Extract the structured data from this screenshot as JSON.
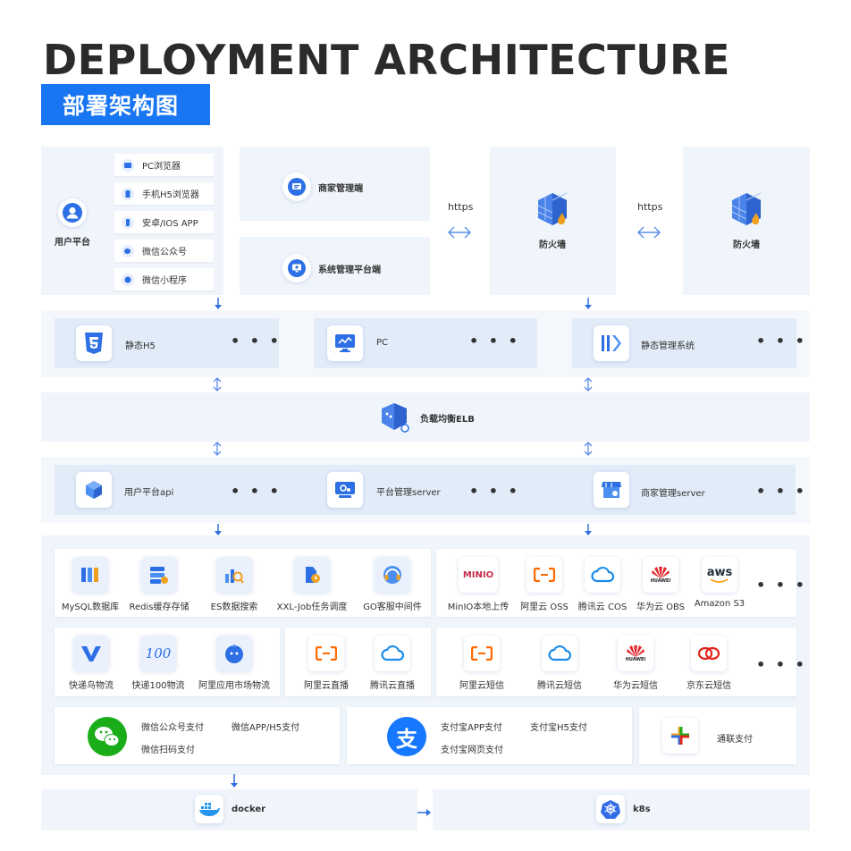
{
  "header": {
    "title": "DEPLOYMENT ARCHITECTURE",
    "subtitle": "部署架构图"
  },
  "user_platform": {
    "label": "用户平台",
    "clients": [
      "PC浏览器",
      "手机H5浏览器",
      "安卓/IOS APP",
      "微信公众号",
      "微信小程序"
    ]
  },
  "admin": {
    "merchant": "商家管理端",
    "system": "系统管理平台端"
  },
  "network": {
    "https1": "https",
    "https2": "https",
    "firewall1": "防火墙",
    "firewall2": "防火墙"
  },
  "frontend": {
    "items": [
      "静态H5",
      "PC",
      "静态管理系统"
    ],
    "more": "• • •"
  },
  "elb": {
    "label": "负载均衡ELB"
  },
  "services": {
    "items": [
      "用户平台api",
      "平台管理server",
      "商家管理server"
    ],
    "more": "• • •"
  },
  "storage": {
    "items": [
      "MySQL数据库",
      "Redis缓存存储",
      "ES数据搜索",
      "XXL-Job任务调度",
      "GO客服中间件"
    ]
  },
  "cloud": {
    "items": [
      "MinIO本地上传",
      "阿里云 OSS",
      "腾讯云 COS",
      "华为云 OBS",
      "Amazon S3"
    ],
    "minio_logo": "MINIO",
    "aws_logo": "aws",
    "huawei_logo": "HUAWEI",
    "more": "• • •"
  },
  "logistics": {
    "items": [
      "快递鸟物流",
      "快递100物流",
      "阿里应用市场物流"
    ],
    "logo100": "100"
  },
  "live": {
    "items": [
      "阿里云直播",
      "腾讯云直播"
    ]
  },
  "sms": {
    "items": [
      "阿里云短信",
      "腾讯云短信",
      "华为云短信",
      "京东云短信"
    ],
    "huawei_logo": "HUAWEI",
    "more": "• • •"
  },
  "pay": {
    "wechat": [
      "微信公众号支付",
      "微信APP/H5支付",
      "微信扫码支付"
    ],
    "alipay": [
      "支付宝APP支付",
      "支付宝H5支付",
      "支付宝网页支付"
    ],
    "alipay_logo": "支",
    "allinpay": "通联支付"
  },
  "deploy": {
    "docker": "docker",
    "k8s": "k8s"
  },
  "colors": {
    "accent": "#1876f2",
    "panel": "#f0f5fb",
    "arrow": "#2f6fe0"
  }
}
